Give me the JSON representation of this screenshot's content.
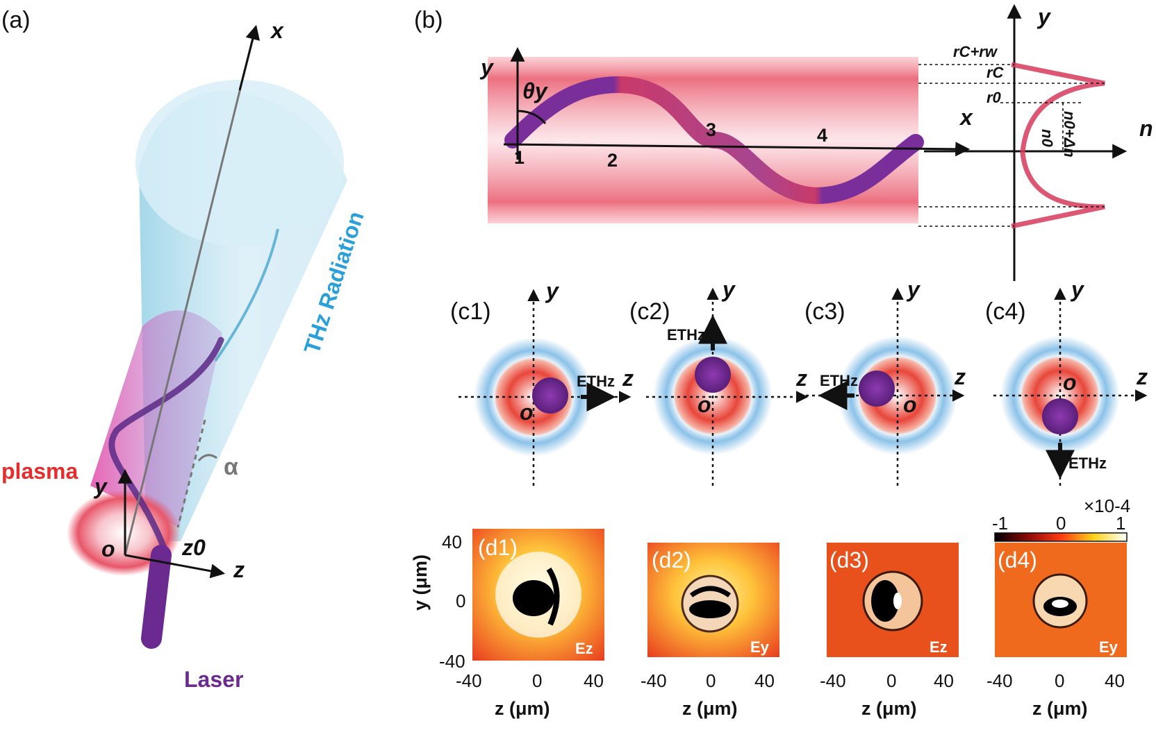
{
  "panel_a": {
    "label": "(a)",
    "axis_x": "x",
    "axis_y": "y",
    "axis_z": "z",
    "origin": "o",
    "z0": "z0",
    "alpha": "α",
    "plasma": "plasma",
    "thz": "THz Radiation",
    "laser": "Laser"
  },
  "panel_b": {
    "label": "(b)",
    "axis_x": "x",
    "axis_y": "y",
    "theta": "θy",
    "points": [
      "1",
      "2",
      "3",
      "4"
    ],
    "profile_axis_y": "y",
    "profile_axis_n": "n",
    "rc_rw": "rC+rw",
    "rc": "rC",
    "r0": "r0",
    "n0_dn": "n0+Δn",
    "n0": "n0"
  },
  "panel_c": [
    {
      "label": "(c1)",
      "axis_y": "y",
      "axis_z": "z",
      "origin": "o",
      "field": "ETHz"
    },
    {
      "label": "(c2)",
      "axis_y": "y",
      "axis_z": "z",
      "origin": "o",
      "field": "ETHz"
    },
    {
      "label": "(c3)",
      "axis_y": "y",
      "axis_z": "z",
      "origin": "o",
      "field": "ETHz"
    },
    {
      "label": "(c4)",
      "axis_y": "y",
      "axis_z": "z",
      "origin": "o",
      "field": "ETHz"
    }
  ],
  "panel_d": {
    "ylabel": "y (μm)",
    "xlabel": "z (μm)",
    "yticks": [
      "40",
      "0",
      "-40"
    ],
    "xticks": [
      "-40",
      "0",
      "40"
    ],
    "maps": [
      {
        "label": "(d1)",
        "component": "Ez"
      },
      {
        "label": "(d2)",
        "component": "Ey"
      },
      {
        "label": "(d3)",
        "component": "Ez"
      },
      {
        "label": "(d4)",
        "component": "Ey"
      }
    ],
    "colorbar": {
      "scale": "×10-4",
      "ticks": [
        "-1",
        "0",
        "1"
      ]
    }
  },
  "colors": {
    "laser": "#6b2a8f",
    "plasma": "#e8566a",
    "thz": "#2aa0d8",
    "label_red": "#e52d2d",
    "label_purple": "#6b2a8f"
  }
}
